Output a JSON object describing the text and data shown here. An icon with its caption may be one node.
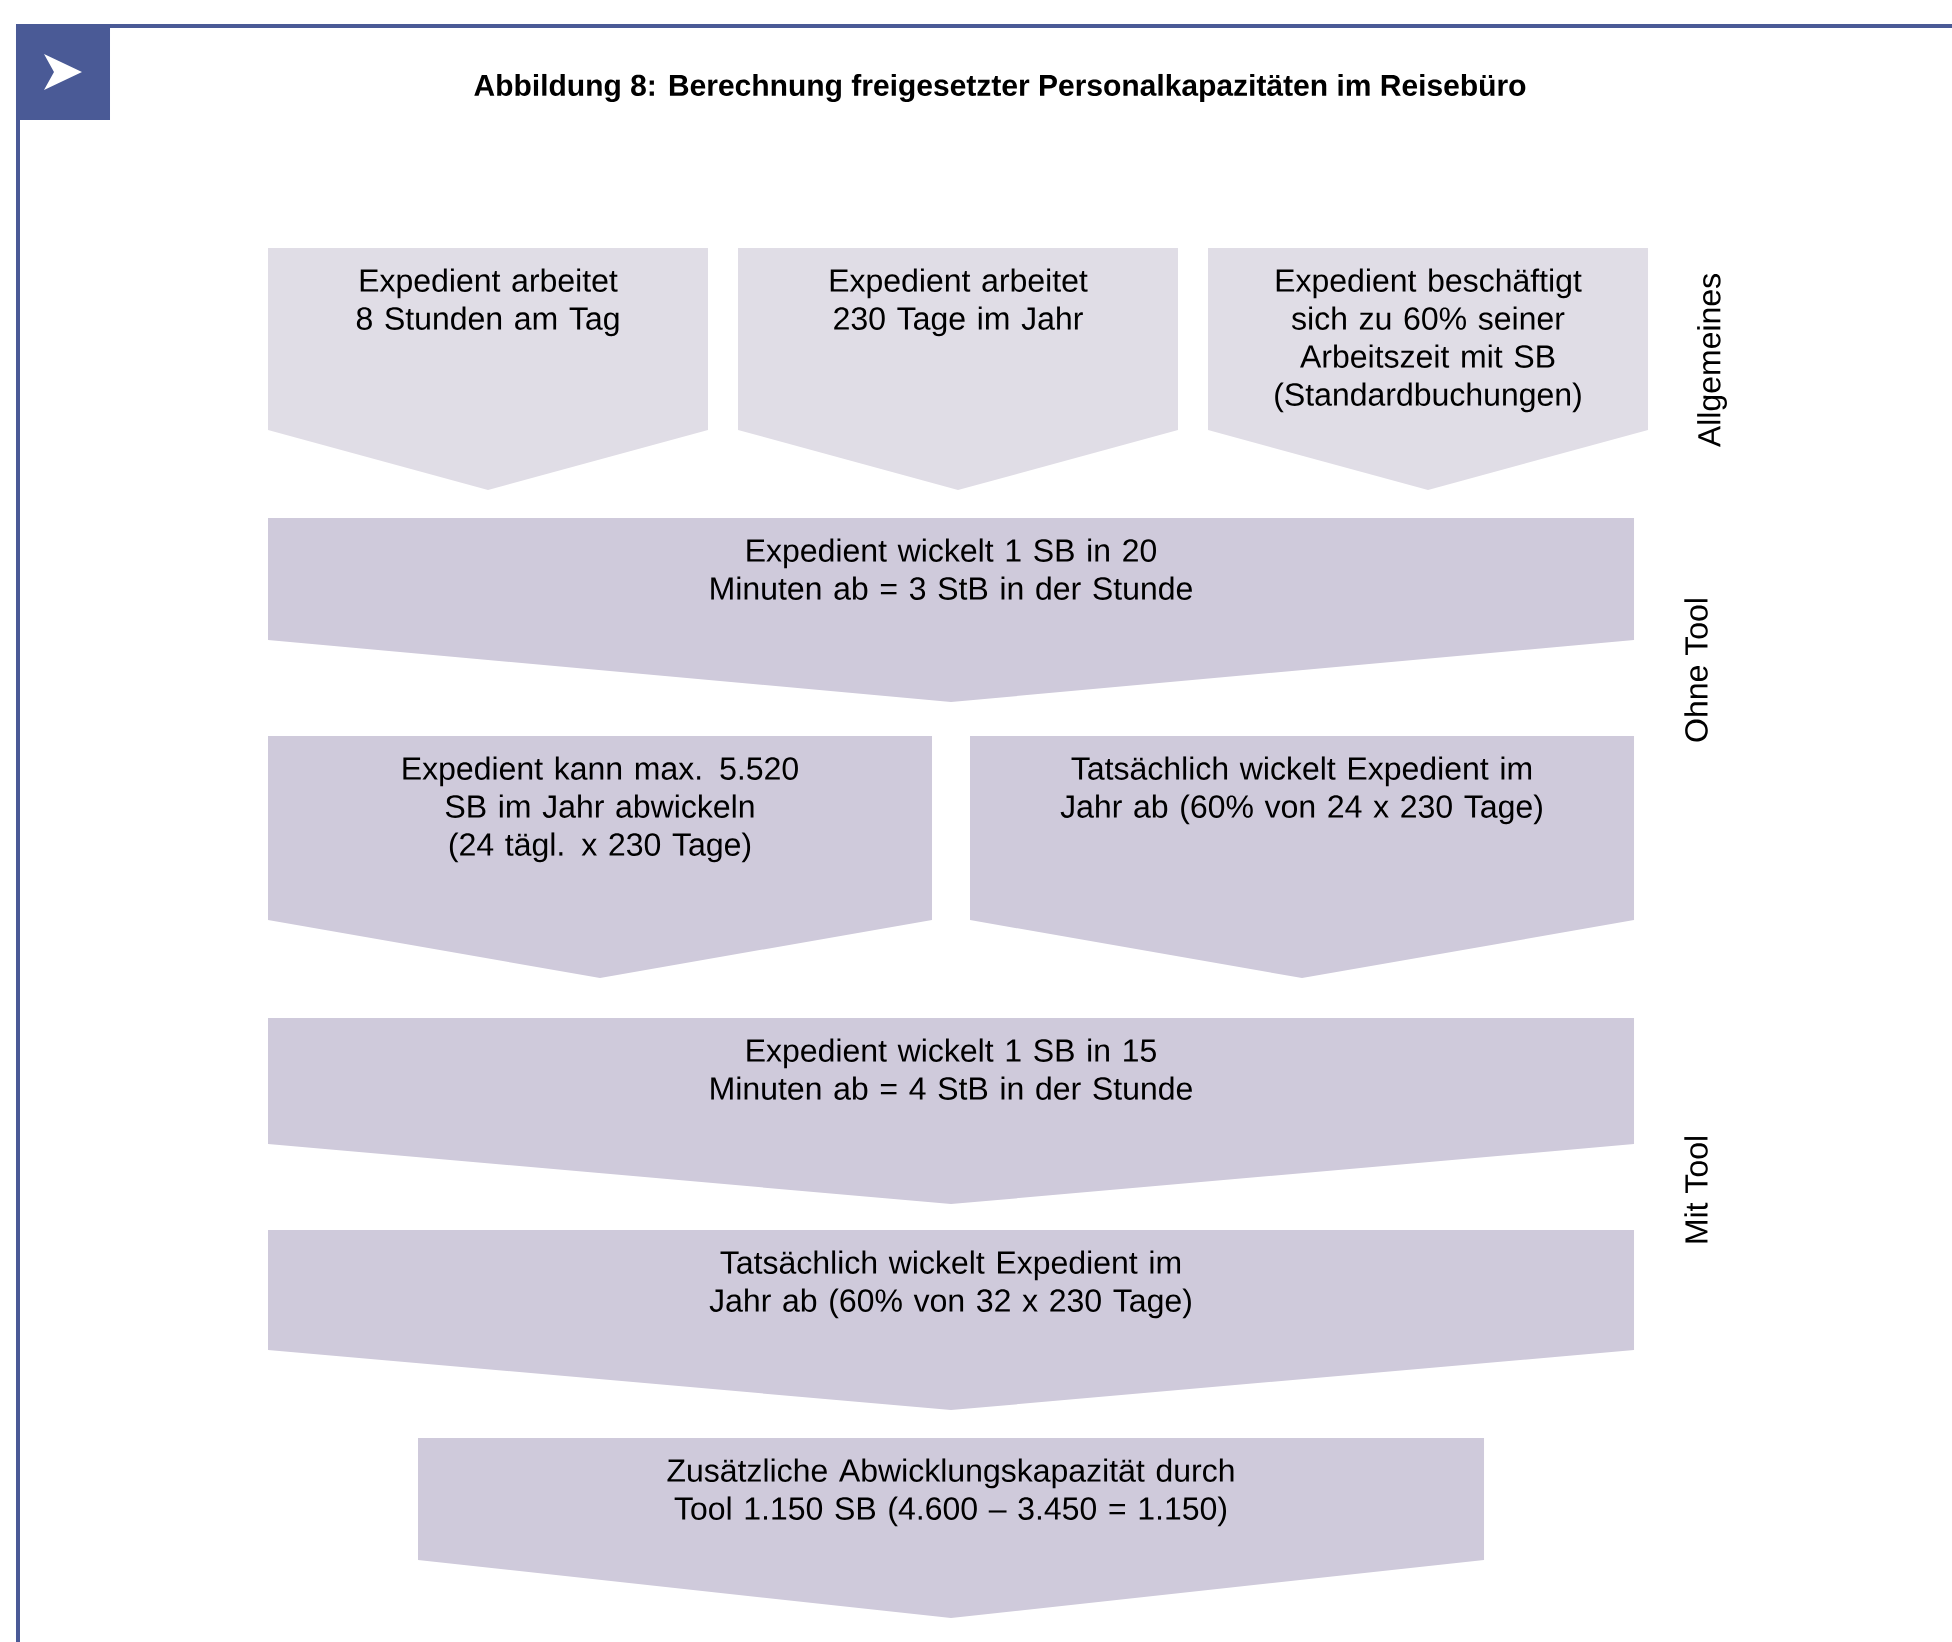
{
  "diagram": {
    "title": "Abbildung 8:  Berechnung freigesetzter Personalkapazitäten im Reisebüro",
    "nodes": [
      {
        "text": [
          "Expedient arbeitet 8 Stunden am Tag"
        ]
      },
      {
        "text": [
          "Expedient arbeitet 230 Tage im Jahr"
        ]
      },
      {
        "text": [
          "Expedient beschäftigt sich zu 60% seiner Arbeitszeit mit SB (Standardbuchungen)"
        ]
      },
      {
        "text": [
          "Expedient wickelt 1 SB in 20 Minuten ab = 3 StB in der Stunde"
        ]
      },
      {
        "text": [
          "Expedient kann max. 5.520 SB im Jahr abwickeln (24 tägl. x 230 Tage)"
        ]
      },
      {
        "text": [
          "Tatsächlich wickelt Expedient im Jahr ab (60% von 24 x 230 Tage)"
        ]
      },
      {
        "text": [
          "Expedient wickelt 1 SB in 15 Minuten ab = 4 StB in der Stunde"
        ]
      },
      {
        "text": [
          "Tatsächlich wickelt Expedient im Jahr ab (60% von 32 x 230 Tage)"
        ]
      },
      {
        "text": [
          "Zusätzliche Abwicklungskapazität durch Tool 1.150 SB (4.600 – 3.450 = 1.150)"
        ]
      }
    ],
    "labels": [
      "Allgemeines",
      "Ohne Tool",
      "Mit Tool"
    ]
  }
}
